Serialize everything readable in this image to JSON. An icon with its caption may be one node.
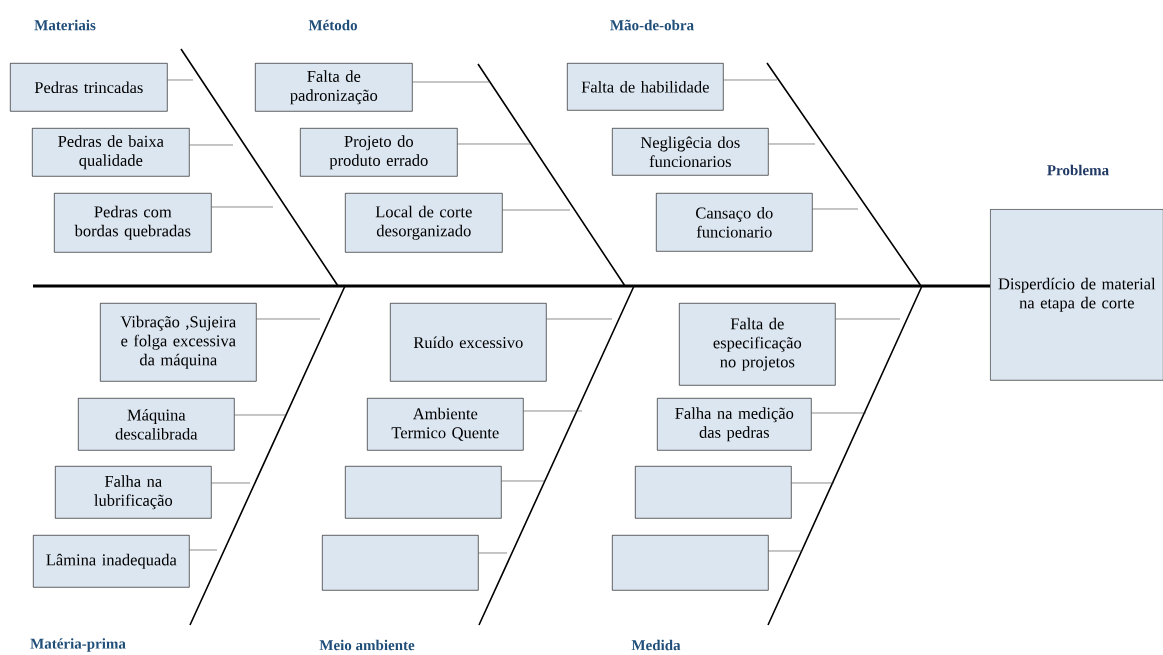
{
  "diagram": {
    "nodes": [
      {
        "text": [
          "Pedras trincadas"
        ]
      },
      {
        "text": [
          "Pedras de baixa qualidade"
        ]
      },
      {
        "text": [
          "Pedras com bordas quebradas"
        ]
      },
      {
        "text": [
          "Falta de padronização"
        ]
      },
      {
        "text": [
          "Projeto do produto errado"
        ]
      },
      {
        "text": [
          "Local de corte desorganizado"
        ]
      },
      {
        "text": [
          "Falta de habilidade"
        ]
      },
      {
        "text": [
          "Negligêcia dos funcionarios"
        ]
      },
      {
        "text": [
          "Cansaço do funcionario"
        ]
      },
      {
        "text": [
          "Problema",
          "Disperdício de material na etapa de corte"
        ]
      },
      {
        "text": [
          "Vibração ,Sujeira e folga excessiva da máquina"
        ]
      },
      {
        "text": [
          "Máquina descalibrada"
        ]
      },
      {
        "text": [
          "Falha na lubrificação"
        ]
      },
      {
        "text": [
          "Lâmina inadequada"
        ]
      },
      {
        "text": [
          "Ruído excessivo"
        ]
      },
      {
        "text": [
          "Ambiente Termico Quente"
        ]
      },
      {
        "text": [],
        "shape": "box"
      },
      {
        "text": [],
        "shape": "box"
      },
      {
        "text": [
          "Falta de especificação no projetos"
        ]
      },
      {
        "text": [
          "Falha na medição das pedras"
        ]
      },
      {
        "text": [],
        "shape": "box"
      },
      {
        "text": [],
        "shape": "box"
      }
    ],
    "edges": [
      {
        "from": 0,
        "to": null,
        "arrow": "none"
      },
      {
        "from": 1,
        "to": null,
        "arrow": "none"
      },
      {
        "from": 2,
        "to": null,
        "arrow": "none"
      },
      {
        "from": 3,
        "to": null,
        "arrow": "none"
      },
      {
        "from": 4,
        "to": null,
        "arrow": "none"
      },
      {
        "from": 5,
        "to": null,
        "arrow": "none"
      },
      {
        "from": 6,
        "to": null,
        "arrow": "none"
      },
      {
        "from": 7,
        "to": null,
        "arrow": "none"
      },
      {
        "from": 8,
        "to": null,
        "arrow": "none"
      },
      {
        "from": null,
        "to": 9,
        "arrow": "none",
        "style": "thick"
      },
      {
        "from": 10,
        "to": null,
        "arrow": "none"
      },
      {
        "from": 11,
        "to": null,
        "arrow": "none"
      },
      {
        "from": 12,
        "to": null,
        "arrow": "none"
      },
      {
        "from": 13,
        "to": null,
        "arrow": "none"
      },
      {
        "from": 14,
        "to": null,
        "arrow": "none"
      },
      {
        "from": 15,
        "to": null,
        "arrow": "none"
      },
      {
        "from": 16,
        "to": null,
        "arrow": "none"
      },
      {
        "from": 17,
        "to": null,
        "arrow": "none"
      },
      {
        "from": 18,
        "to": null,
        "arrow": "none"
      },
      {
        "from": 19,
        "to": null,
        "arrow": "none"
      },
      {
        "from": 20,
        "to": null,
        "arrow": "none"
      },
      {
        "from": 21,
        "to": null,
        "arrow": "none"
      }
    ],
    "labels": [
      "Materiais",
      "Método",
      "Mão-de-obra",
      "Matéria-prima",
      "Meio ambiente",
      "Medida"
    ]
  }
}
